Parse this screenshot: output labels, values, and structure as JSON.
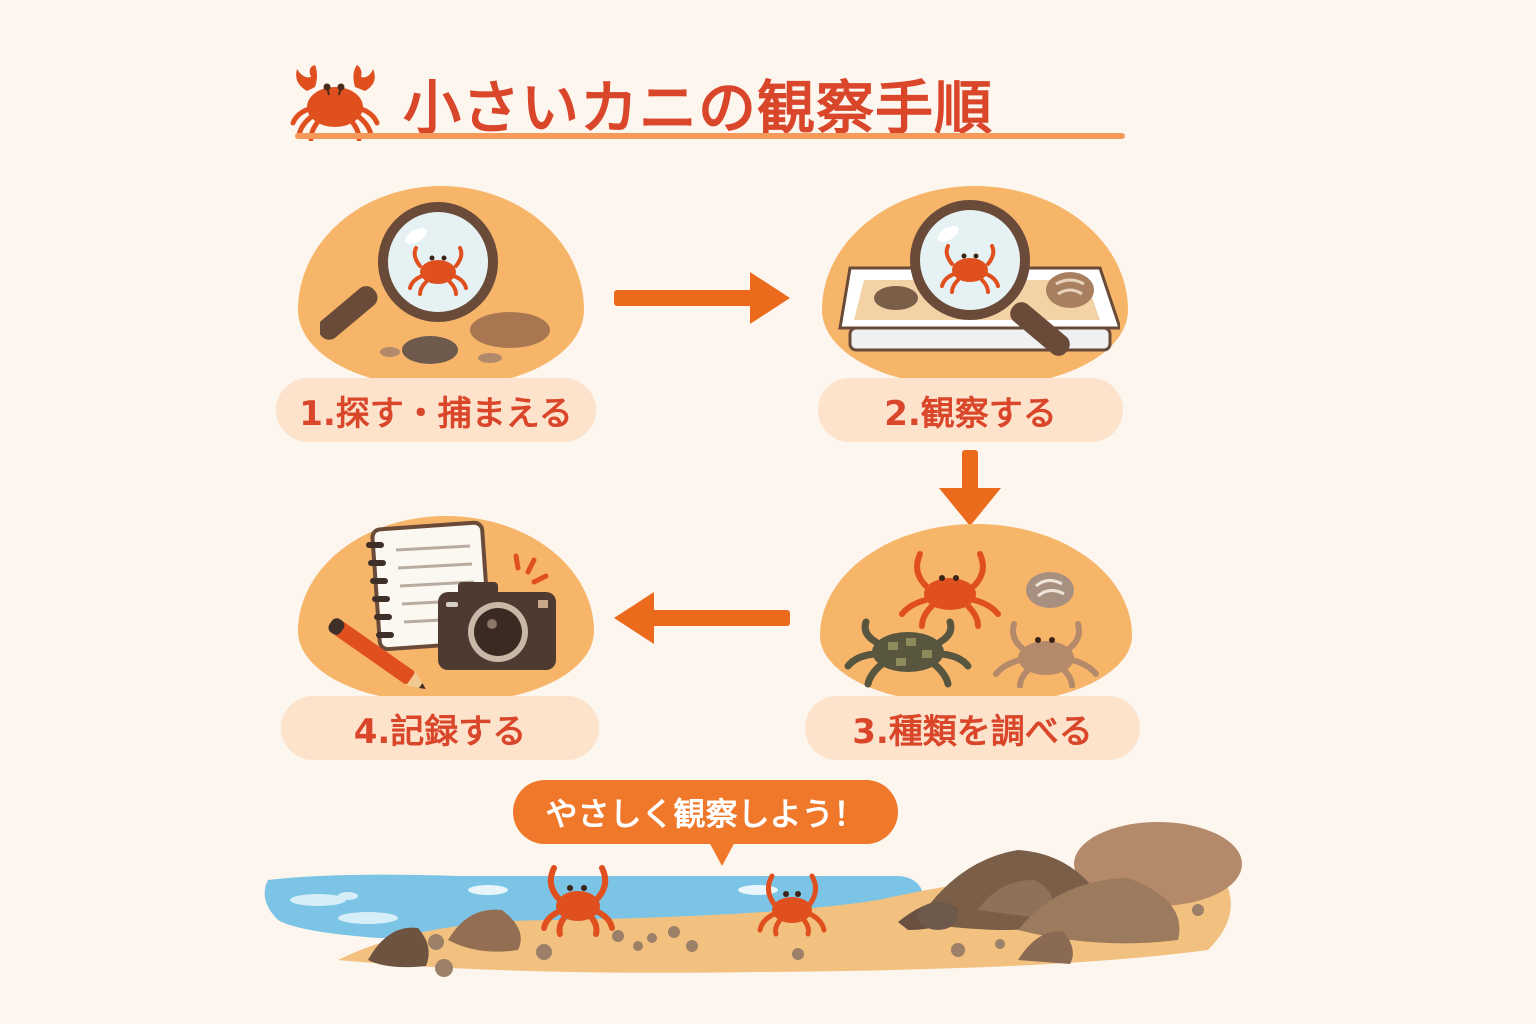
{
  "title": {
    "text": "小さいカニの観察手順",
    "icon": "crab-icon",
    "color": "#d9462a",
    "underline_color": "#f59a5a"
  },
  "steps": [
    {
      "number": "1.",
      "label": "1.探す・捕まえる",
      "icon": "magnifier-over-crab-icon",
      "scene": "magnifying glass over crab on sand with stones"
    },
    {
      "number": "2.",
      "label": "2.観察する",
      "icon": "magnifier-over-tray-icon",
      "scene": "magnifying glass over crab in white tray with stones and shell"
    },
    {
      "number": "3.",
      "label": "3.種類を調べる",
      "icon": "crab-species-icon",
      "scene": "red crab, green spotted crab, brown crab and shell"
    },
    {
      "number": "4.",
      "label": "4.記録する",
      "icon": "notebook-camera-icon",
      "scene": "spiral notebook, pencil and camera"
    }
  ],
  "flow": [
    {
      "from": 1,
      "to": 2,
      "direction": "right"
    },
    {
      "from": 2,
      "to": 3,
      "direction": "down"
    },
    {
      "from": 3,
      "to": 4,
      "direction": "left"
    }
  ],
  "callout": {
    "text": "やさしく観察しよう！",
    "color": "#f0782a"
  },
  "colors": {
    "background": "#fcf6ef",
    "blob": "#f7b56a",
    "pill": "#fde3cc",
    "arrow": "#ec6a1c",
    "label_text": "#d9462a",
    "water": "#7cc4e6",
    "sand": "#f3c17f",
    "rock": "#7a5e48"
  }
}
